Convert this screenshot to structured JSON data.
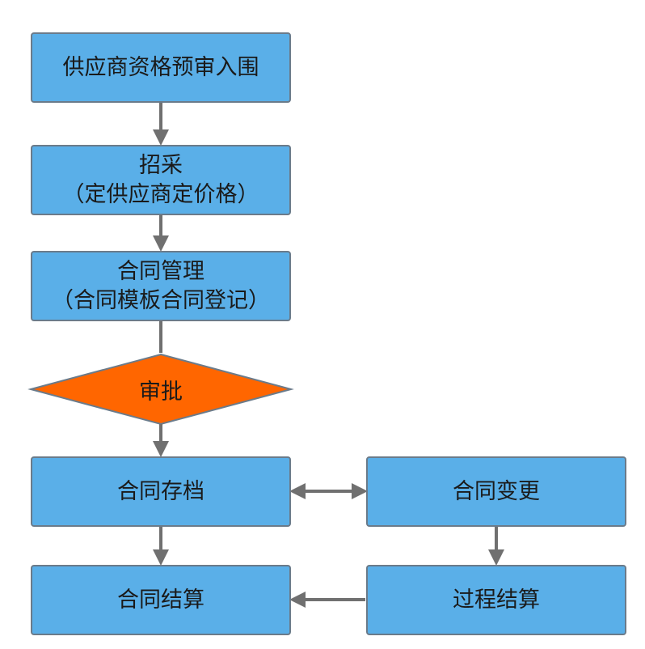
{
  "nodes": {
    "prequal": "供应商资格预审入围",
    "procure": "招采",
    "procure_note": "（定供应商定价格）",
    "contract_mgmt": "合同管理",
    "contract_mgmt_note": "（合同模板合同登记）",
    "approval": "审批",
    "archive": "合同存档",
    "change": "合同变更",
    "settle": "合同结算",
    "process_settle": "过程结算"
  },
  "colors": {
    "box_fill": "#5aafe8",
    "box_border": "#6b7b8a",
    "decision_fill": "#ff6600",
    "arrow": "#707070"
  }
}
